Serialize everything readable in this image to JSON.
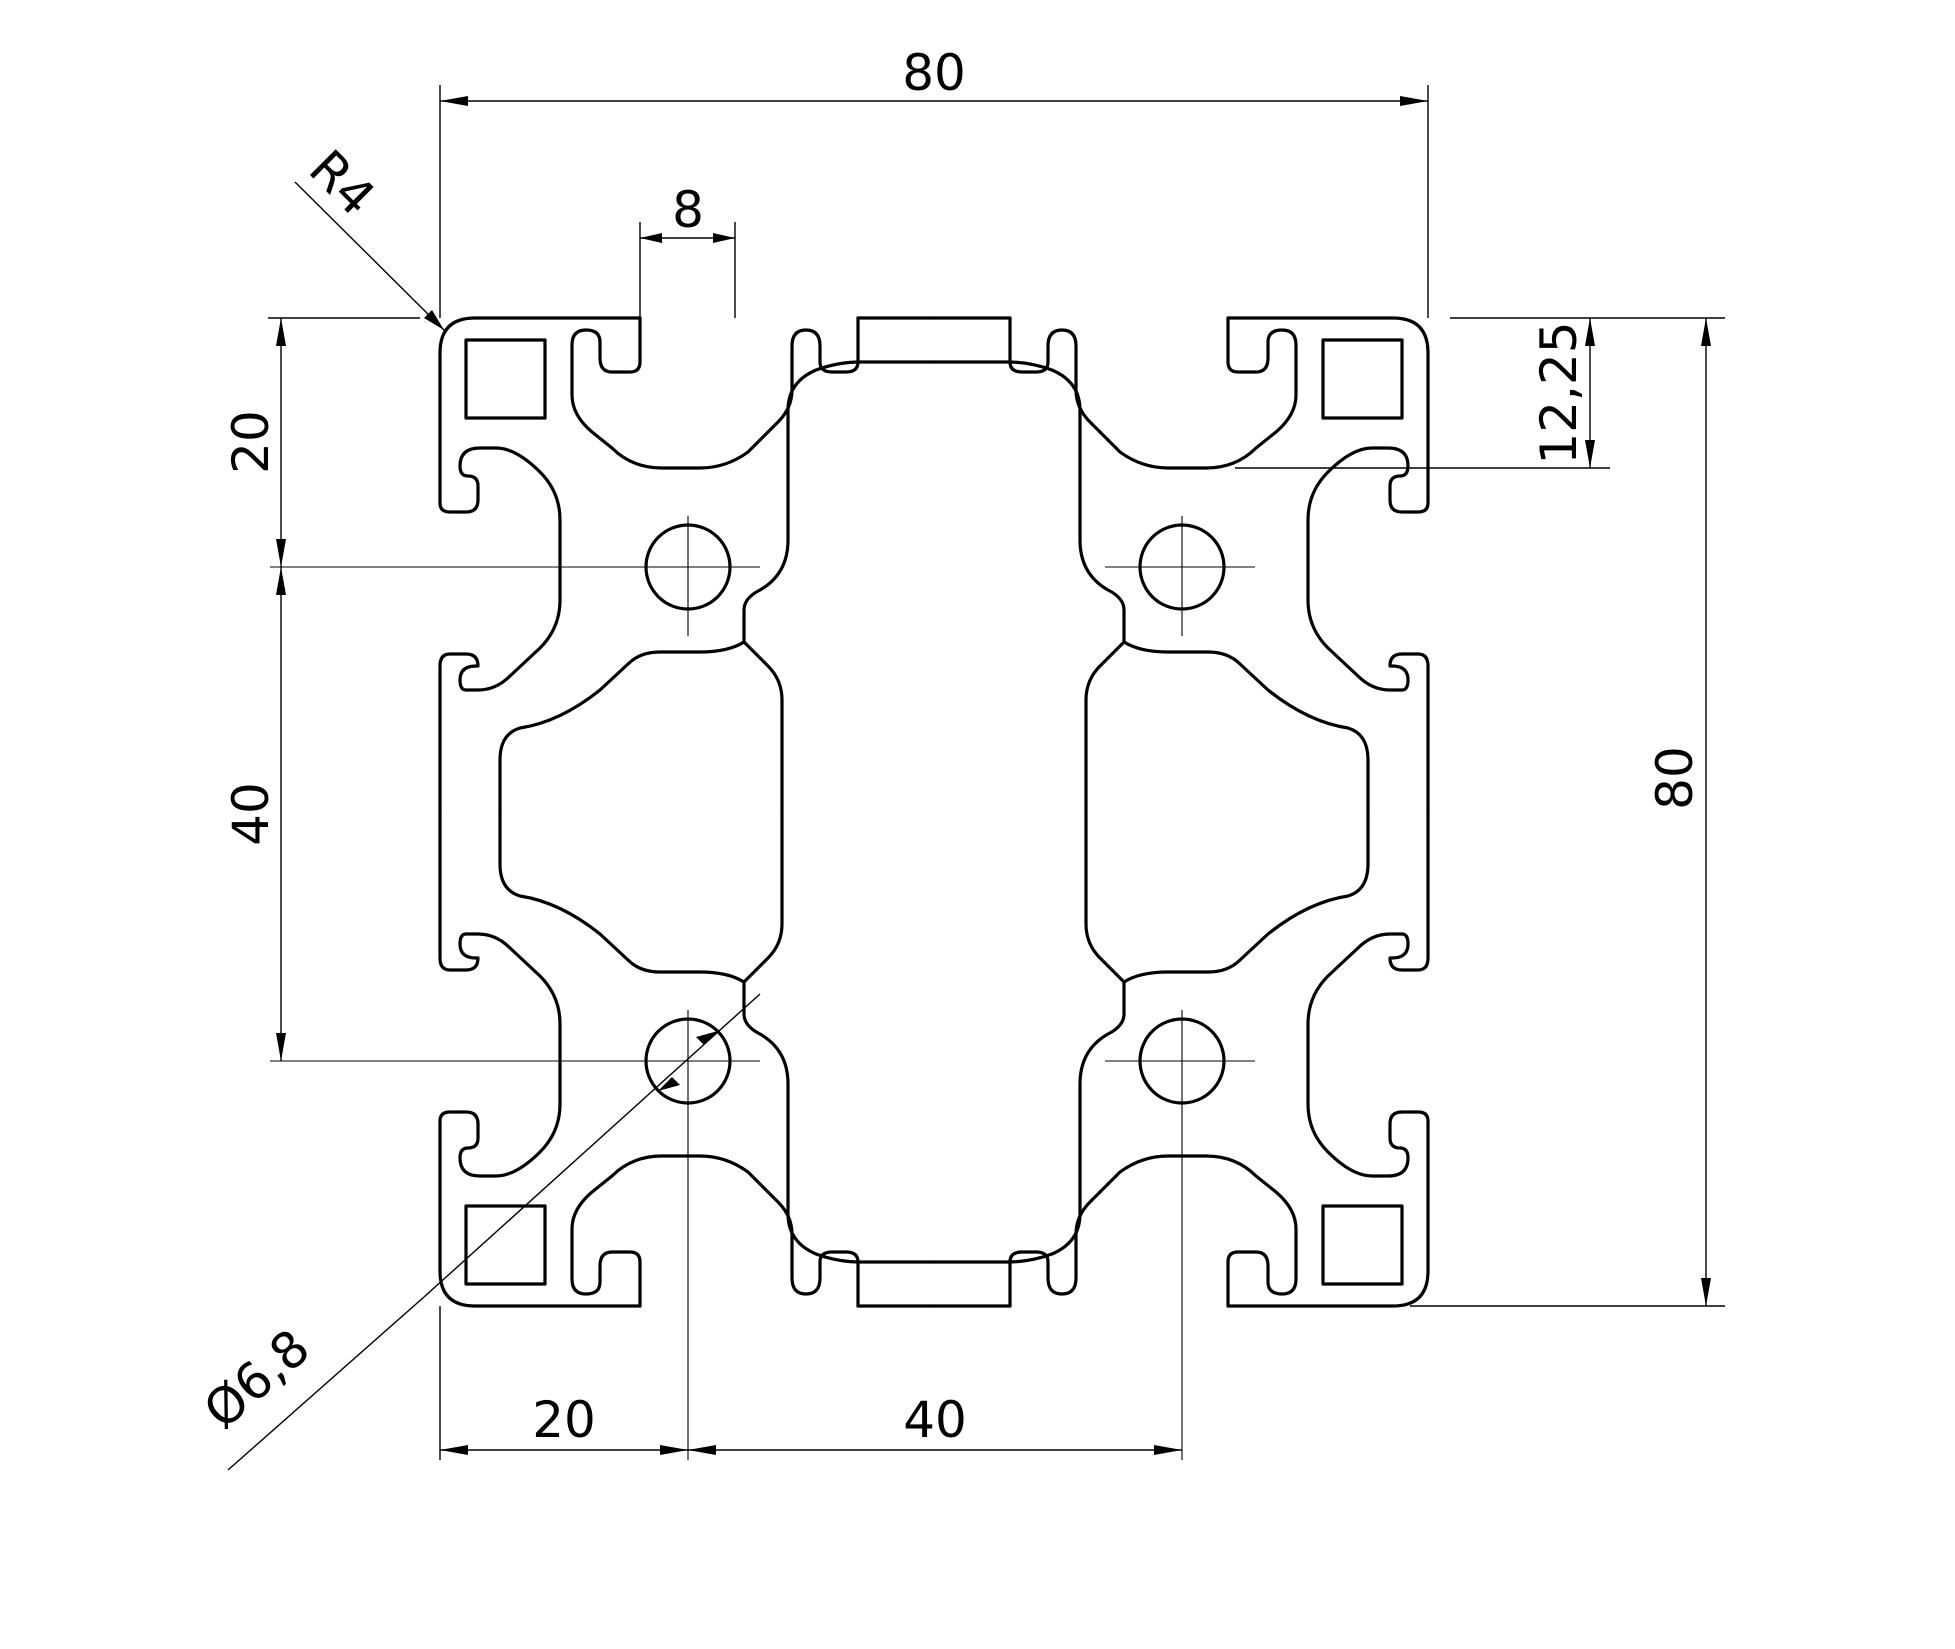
{
  "dimensions": {
    "overall_width": "80",
    "slot_width": "8",
    "corner_radius": "R4",
    "offset_left_top": "20",
    "pitch_left": "40",
    "slot_depth": "12,25",
    "overall_height": "80",
    "offset_bottom_left": "20",
    "pitch_bottom": "40",
    "hole_diameter": "Ø6,8"
  }
}
